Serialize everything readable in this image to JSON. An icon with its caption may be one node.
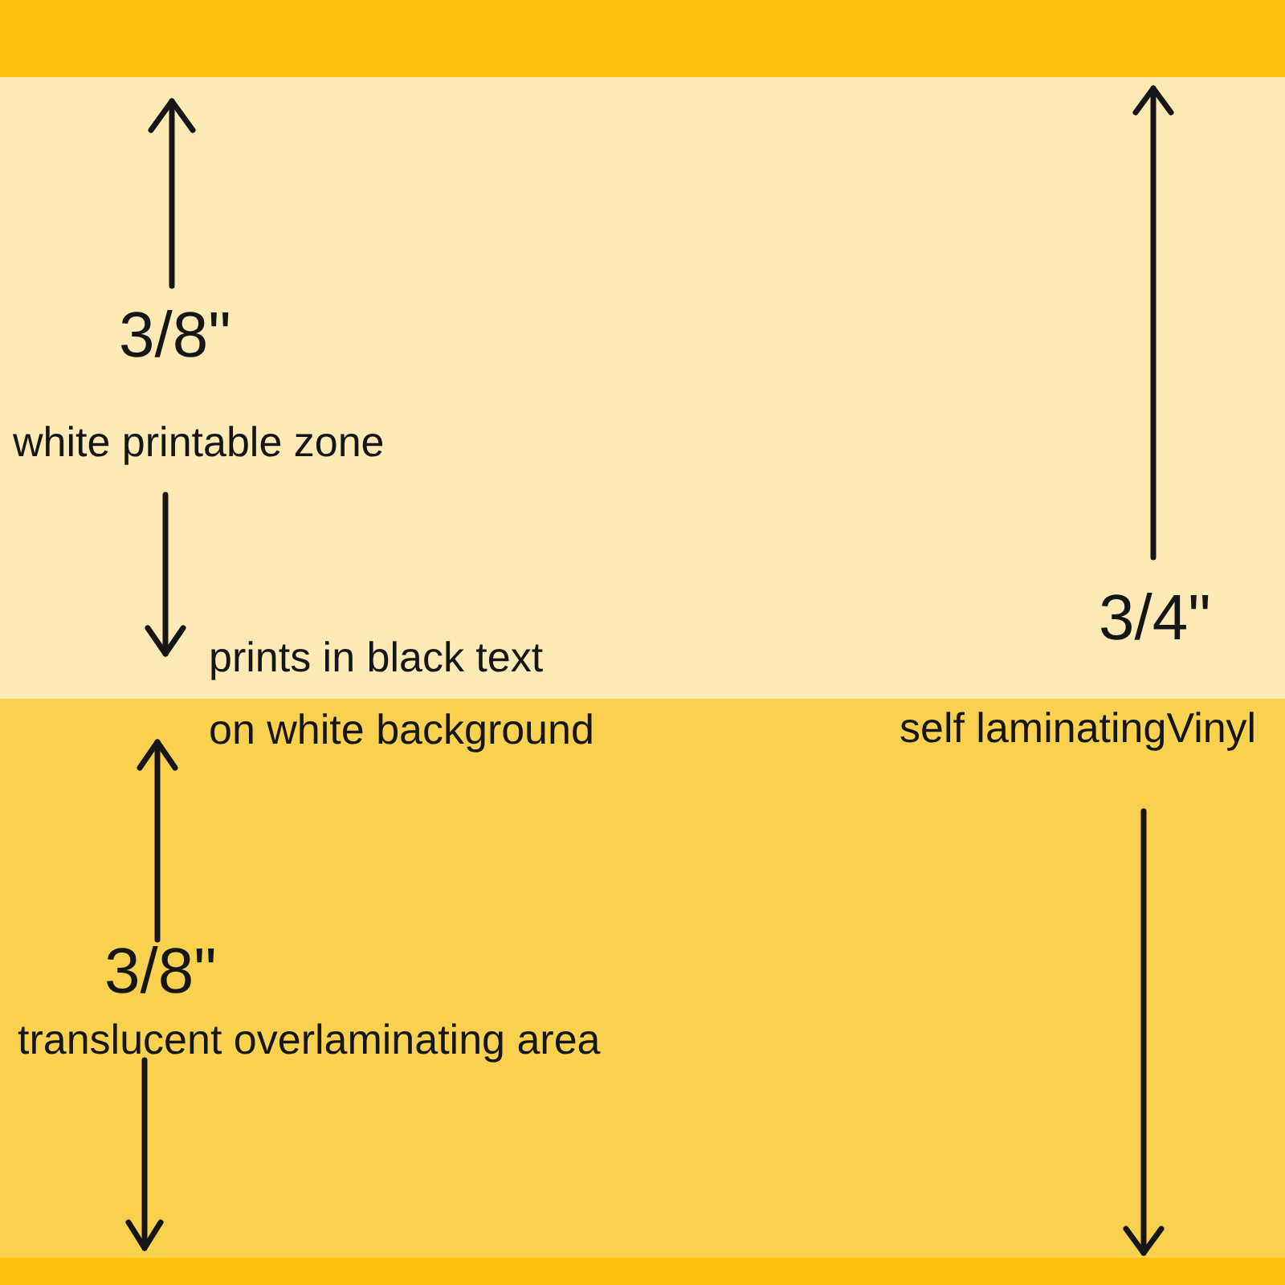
{
  "diagram": {
    "nodes": [
      {
        "text": [
          "3/8\"",
          "white printable zone"
        ]
      },
      {
        "text": [
          "3/8\"",
          "translucent overlaminating area"
        ]
      }
    ],
    "labels": [
      "3/4\"",
      "prints in black text on white background",
      "self laminatingVinyl"
    ]
  }
}
